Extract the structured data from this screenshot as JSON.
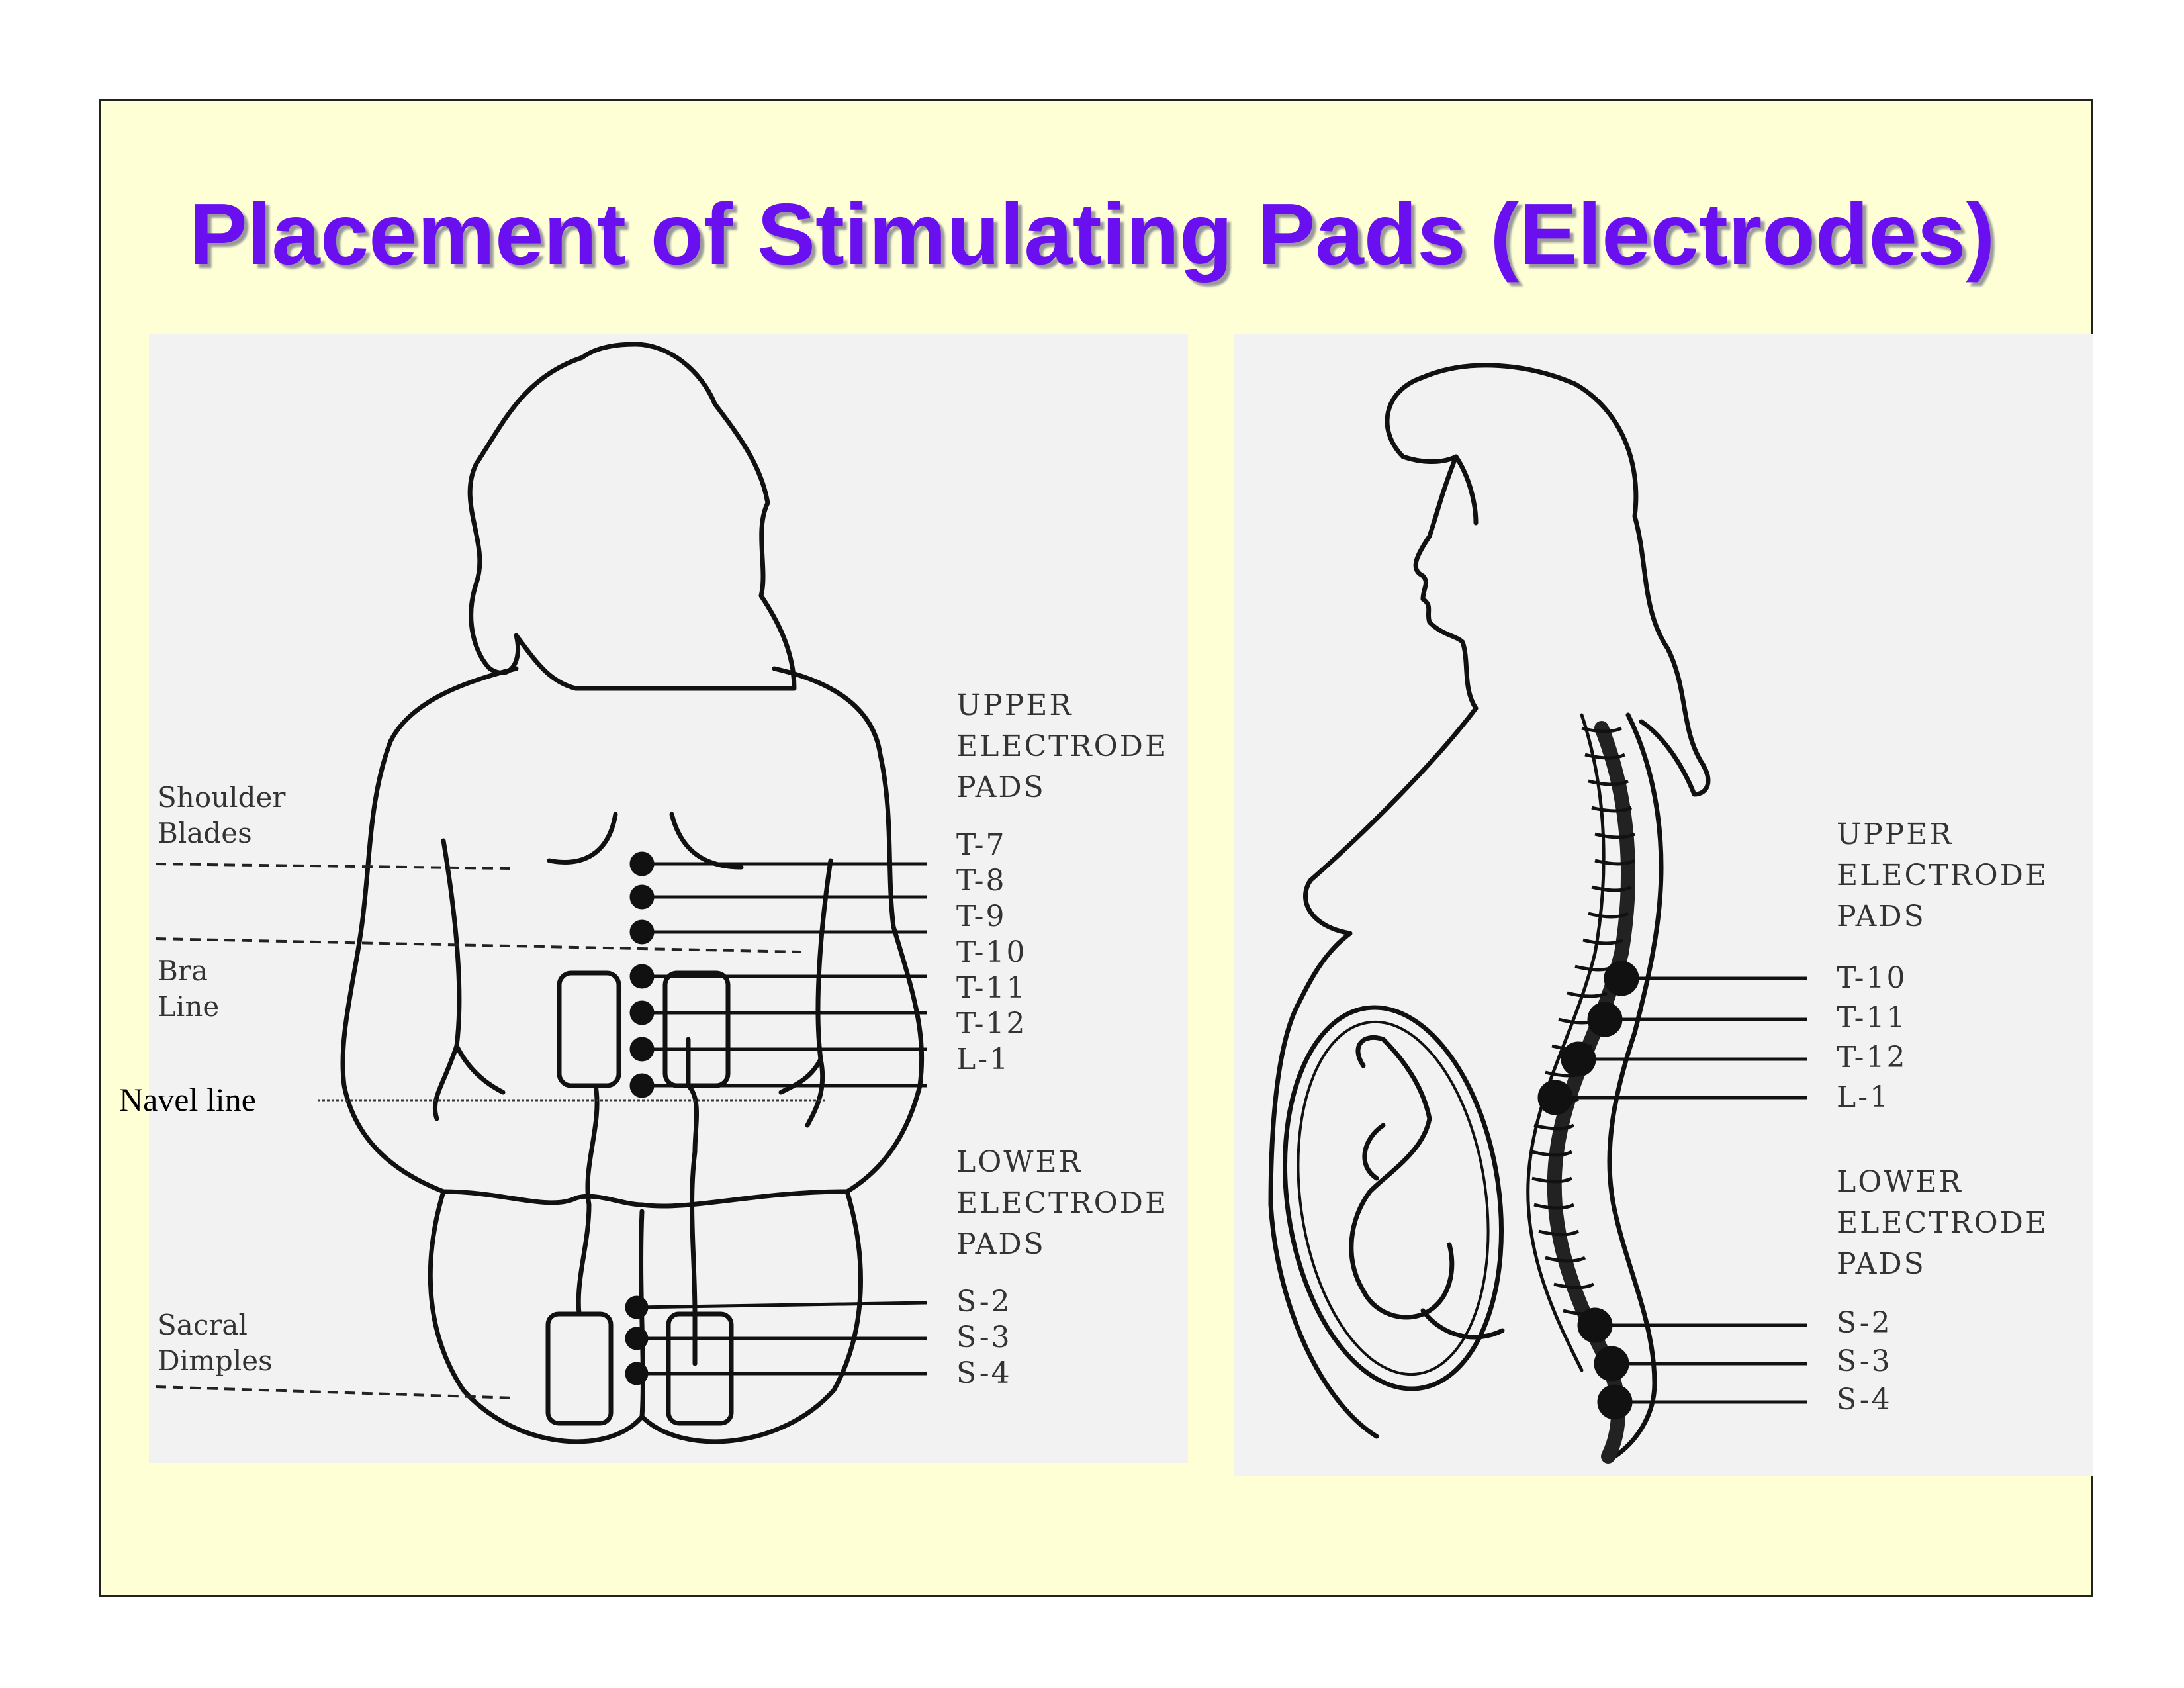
{
  "slide": {
    "title": "Placement of Stimulating Pads (Electrodes)"
  },
  "back_view": {
    "side_labels": {
      "shoulder_blades": [
        "Shoulder",
        "Blades"
      ],
      "bra_line": [
        "Bra",
        "Line"
      ],
      "navel_line": "Navel line",
      "sacral_dimples": [
        "Sacral",
        "Dimples"
      ]
    },
    "upper_heading": [
      "UPPER",
      "ELECTRODE",
      "PADS"
    ],
    "upper_points": [
      "T-7",
      "T-8",
      "T-9",
      "T-10",
      "T-11",
      "T-12",
      "L-1"
    ],
    "lower_heading": [
      "LOWER",
      "ELECTRODE",
      "PADS"
    ],
    "lower_points": [
      "S-2",
      "S-3",
      "S-4"
    ]
  },
  "side_view": {
    "upper_heading": [
      "UPPER",
      "ELECTRODE",
      "PADS"
    ],
    "upper_points": [
      "T-10",
      "T-11",
      "T-12",
      "L-1"
    ],
    "lower_heading": [
      "LOWER",
      "ELECTRODE",
      "PADS"
    ],
    "lower_points": [
      "S-2",
      "S-3",
      "S-4"
    ]
  },
  "colors": {
    "title": "#6a0ff0",
    "slide_background": "#ffffd6",
    "line": "#111111"
  }
}
